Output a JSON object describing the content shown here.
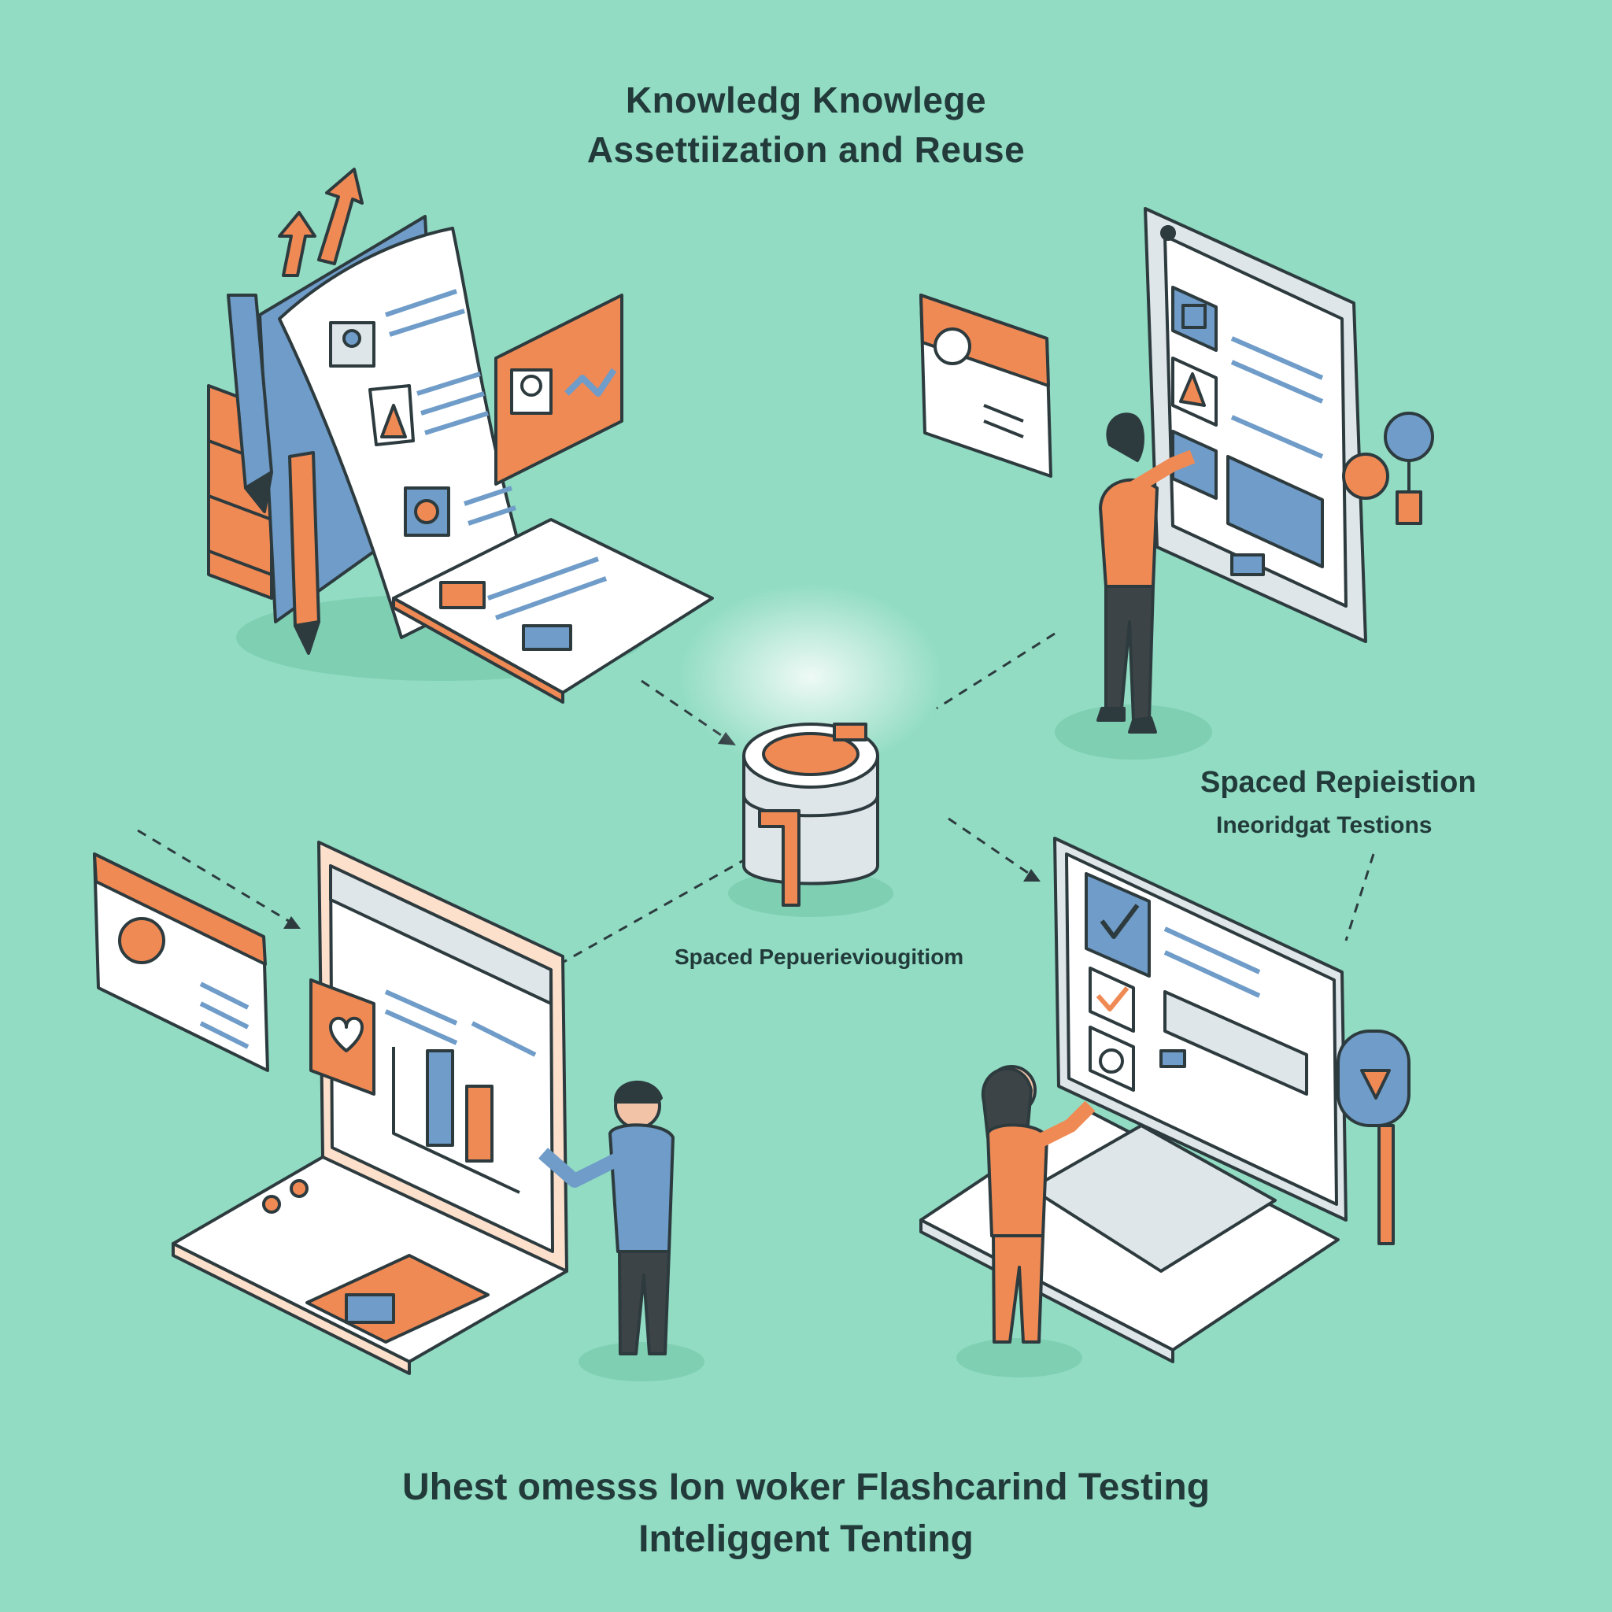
{
  "title": {
    "line1": "Knowledg Knowlege",
    "line2": "Assettiization and Reuse"
  },
  "labels": {
    "spaced_heading": "Spaced Repieistion",
    "spaced_sub": "Ineoridgat Testions",
    "center_caption": "Spaced Pepuerieviougitiom"
  },
  "footer": {
    "line1": "Uhest omesss Ion woker Flashcarind Testing",
    "line2": "Inteliggent Tenting"
  },
  "colors": {
    "background": "#91dcc3",
    "orange": "#f08a55",
    "blue": "#6f9cc8",
    "outline": "#2d3b3f",
    "paper": "#ffffff",
    "grey": "#dfe6ea"
  }
}
